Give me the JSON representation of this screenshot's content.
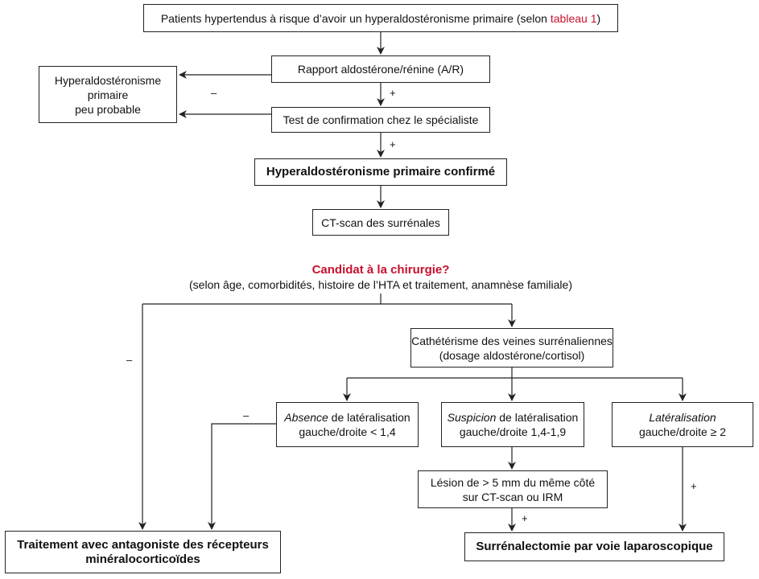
{
  "patients": {
    "before": "Patients hypertendus à risque d’avoir un hyperaldostéronisme primaire (selon ",
    "link": "tableau 1",
    "after": ")"
  },
  "ratio": "Rapport aldostérone/rénine (A/R)",
  "unlikely": {
    "line1": "Hyperaldostéronisme",
    "line2": "primaire",
    "line3": "peu probable"
  },
  "confirmation_test": "Test de confirmation chez le spécialiste",
  "confirmed": "Hyperaldostéronisme primaire confirmé",
  "ctscan": "CT-scan des surrénales",
  "candidate": {
    "title": "Candidat à la chirurgie?",
    "subtitle": "(selon âge, comorbidités, histoire de l’HTA et traitement, anamnèse familiale)"
  },
  "catheter": {
    "line1": "Cathétérisme des veines surrénaliennes",
    "line2": "(dosage aldostérone/cortisol)"
  },
  "absence": {
    "italic": "Absence",
    "rest": " de latéralisation",
    "line2": "gauche/droite < 1,4"
  },
  "suspicion": {
    "italic": "Suspicion",
    "rest": " de latéralisation",
    "line2": "gauche/droite 1,4-1,9"
  },
  "lateral": {
    "italic": "Latéralisation",
    "line2": "gauche/droite ≥ 2"
  },
  "lesion": {
    "line1": "Lésion de > 5 mm du même côté",
    "line2": "sur CT-scan ou IRM"
  },
  "treatment": {
    "line1": "Traitement avec antagoniste des récepteurs",
    "line2": "minéralocorticoïdes"
  },
  "surgery": "Surrénalectomie par voie laparoscopique",
  "signs": {
    "plus": "+",
    "minus": "–"
  },
  "colors": {
    "accent": "#c8102e",
    "line": "#222222"
  }
}
